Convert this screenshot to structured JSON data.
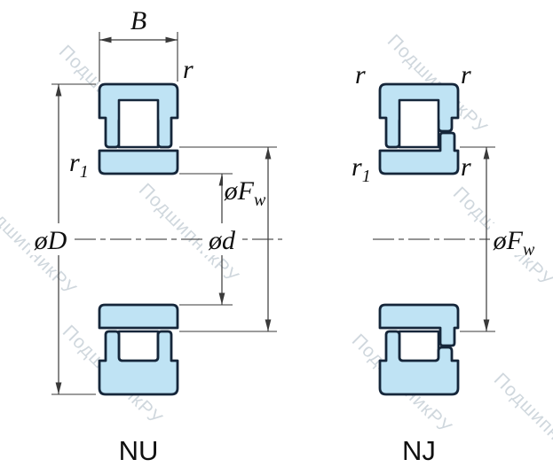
{
  "watermark": {
    "text": "ПодшипникРУ"
  },
  "colors": {
    "bearing_fill": "#bfe3f4",
    "outline": "#15263a",
    "dimension": "#3a3a3a",
    "watermark": "#aebbc6"
  },
  "views": {
    "nu": {
      "type_label": "NU",
      "labels": {
        "width": "B",
        "outer_chamfer": "r",
        "inner_chamfer_base": "r",
        "inner_chamfer_sub": "1",
        "outer_diameter": "øD",
        "bore_diameter": "ød",
        "raceway_diameter_base": "øF",
        "raceway_diameter_sub": "w"
      }
    },
    "nj": {
      "type_label": "NJ",
      "labels": {
        "outer_chamfer_left": "r",
        "outer_chamfer_right": "r",
        "inner_chamfer_base": "r",
        "inner_chamfer_sub": "1",
        "flange_chamfer": "r",
        "raceway_diameter_base": "øF",
        "raceway_diameter_sub": "w"
      }
    }
  }
}
